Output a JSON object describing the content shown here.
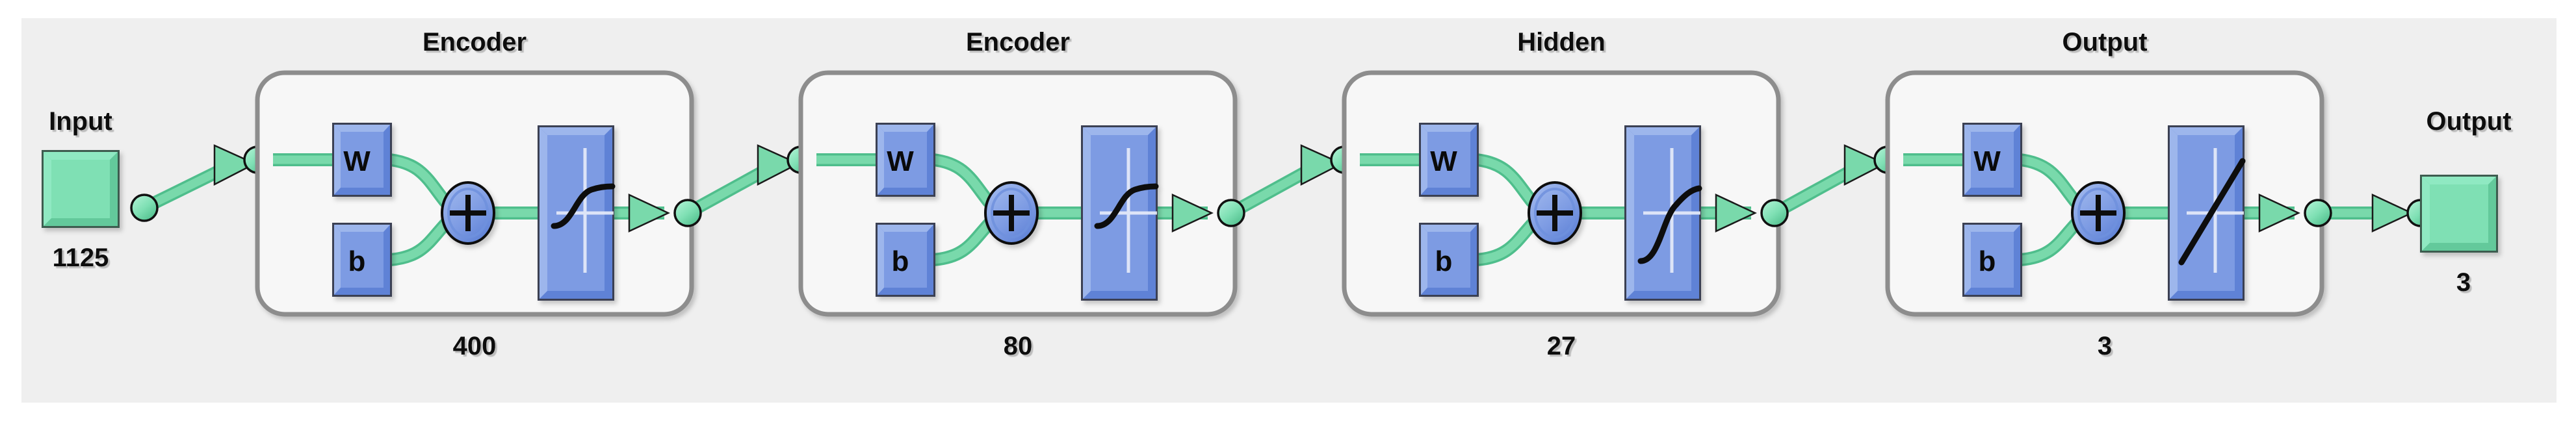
{
  "diagram": {
    "type": "neural-network-architecture",
    "tool": "matlab-nn-view",
    "background_color": "#efefef",
    "page_background": "#ffffff",
    "io_color": "#7fe0b4",
    "layer_color": "#7d9be3",
    "arrow_color": "#79d9ab",
    "group_border_color": "#8d8d8d",
    "group_fill_color": "#f7f7f7"
  },
  "input": {
    "title": "Input",
    "size": "1125"
  },
  "output": {
    "title": "Output",
    "size": "3"
  },
  "layers": [
    {
      "title": "Encoder",
      "size": "400",
      "weight_label": "W",
      "bias_label": "b",
      "sum_label": "+",
      "activation": "logsig"
    },
    {
      "title": "Encoder",
      "size": "80",
      "weight_label": "W",
      "bias_label": "b",
      "sum_label": "+",
      "activation": "logsig"
    },
    {
      "title": "Hidden",
      "size": "27",
      "weight_label": "W",
      "bias_label": "b",
      "sum_label": "+",
      "activation": "tansig"
    },
    {
      "title": "Output",
      "size": "3",
      "weight_label": "W",
      "bias_label": "b",
      "sum_label": "+",
      "activation": "purelin"
    }
  ]
}
